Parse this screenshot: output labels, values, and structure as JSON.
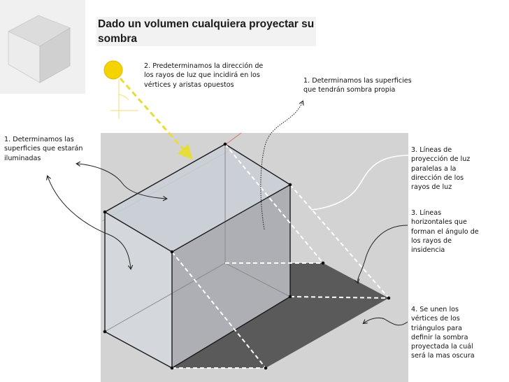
{
  "title": "Dado un volumen cualquiera proyectar su sombra",
  "notes": {
    "step2_light_direction": "2. Predeterminamos la dirección de los rayos de luz que incidirá en los vértices y aristas opuestos",
    "step1_own_shadow": "1. Determinamos las superficies que tendrán sombra propia",
    "step1_lit_surfaces": "1. Determinamos las superficies que estarán iluminadas",
    "step3_projection_lines": "3. Líneas de proyección de luz paralelas a la dirección de los rayos de luz",
    "step3_horizontal_lines": "3. Líneas horizontales que forman el ángulo de los rayos de insidencia",
    "step4_cast_shadow": "4. Se unen los vértices de los triángulos para definir la sombra proyectada la cuál será la mas oscura"
  },
  "colors": {
    "ground": "#d3d3d3",
    "cast_shadow": "#5a5a5a",
    "sun": "#f5d300",
    "light_ray": "#e6dd3a",
    "face_top": "#c9ced6",
    "face_front": "#d4d8de",
    "face_right": "#a9abb0"
  },
  "icons": [
    "sun-icon",
    "thumbnail-cube-icon",
    "arrow-icon"
  ]
}
